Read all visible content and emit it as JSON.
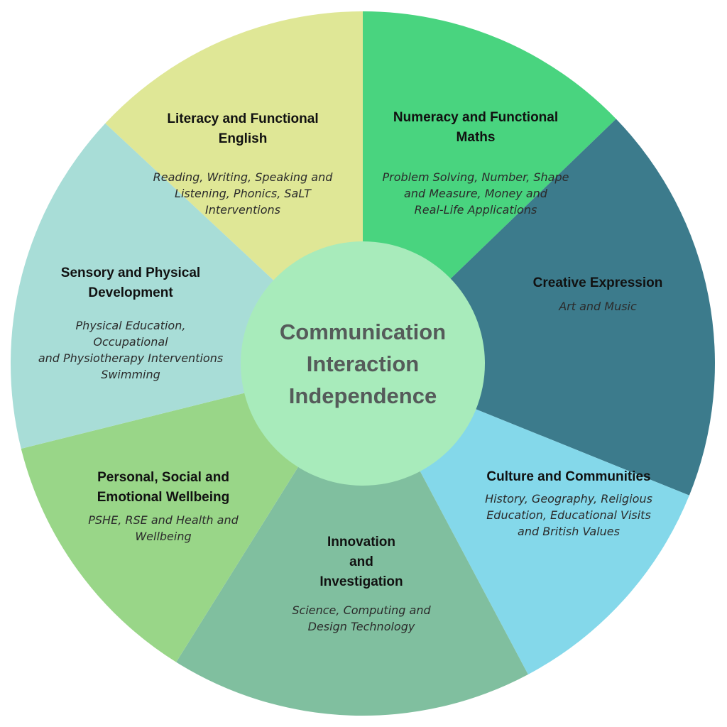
{
  "center": {
    "lines": [
      "Communication",
      "Interaction",
      "Independence"
    ],
    "color": "#a8ebbb"
  },
  "segments": [
    {
      "key": "literacy",
      "color": "#dfe796",
      "title": [
        "Literacy and Functional",
        "English"
      ],
      "desc": [
        "Reading, Writing, Speaking and",
        "Listening, Phonics, SaLT",
        "Interventions"
      ]
    },
    {
      "key": "numeracy",
      "color": "#49d47f",
      "title": [
        "Numeracy and Functional",
        "Maths"
      ],
      "desc": [
        "Problem Solving, Number, Shape",
        "and Measure, Money and",
        "Real-Life Applications"
      ]
    },
    {
      "key": "creative",
      "color": "#3c7b8c",
      "title": [
        "Creative Expression"
      ],
      "desc": [
        "Art and Music"
      ]
    },
    {
      "key": "culture",
      "color": "#84d8ea",
      "title": [
        "Culture and Communities"
      ],
      "desc": [
        "History, Geography, Religious",
        "Education, Educational Visits",
        "and British Values"
      ]
    },
    {
      "key": "innovation",
      "color": "#80bf9f",
      "title": [
        "Innovation",
        "and",
        "Investigation"
      ],
      "desc": [
        "Science, Computing and",
        "Design Technology"
      ]
    },
    {
      "key": "pse",
      "color": "#99d688",
      "title": [
        "Personal, Social and",
        "Emotional Wellbeing"
      ],
      "desc": [
        "PSHE, RSE and Health and",
        "Wellbeing"
      ]
    },
    {
      "key": "sensory",
      "color": "#a8ddd7",
      "title": [
        "Sensory and Physical",
        "Development"
      ],
      "desc": [
        "Physical Education,",
        "Occupational",
        "and Physiotherapy Interventions",
        "Swimming"
      ]
    }
  ]
}
